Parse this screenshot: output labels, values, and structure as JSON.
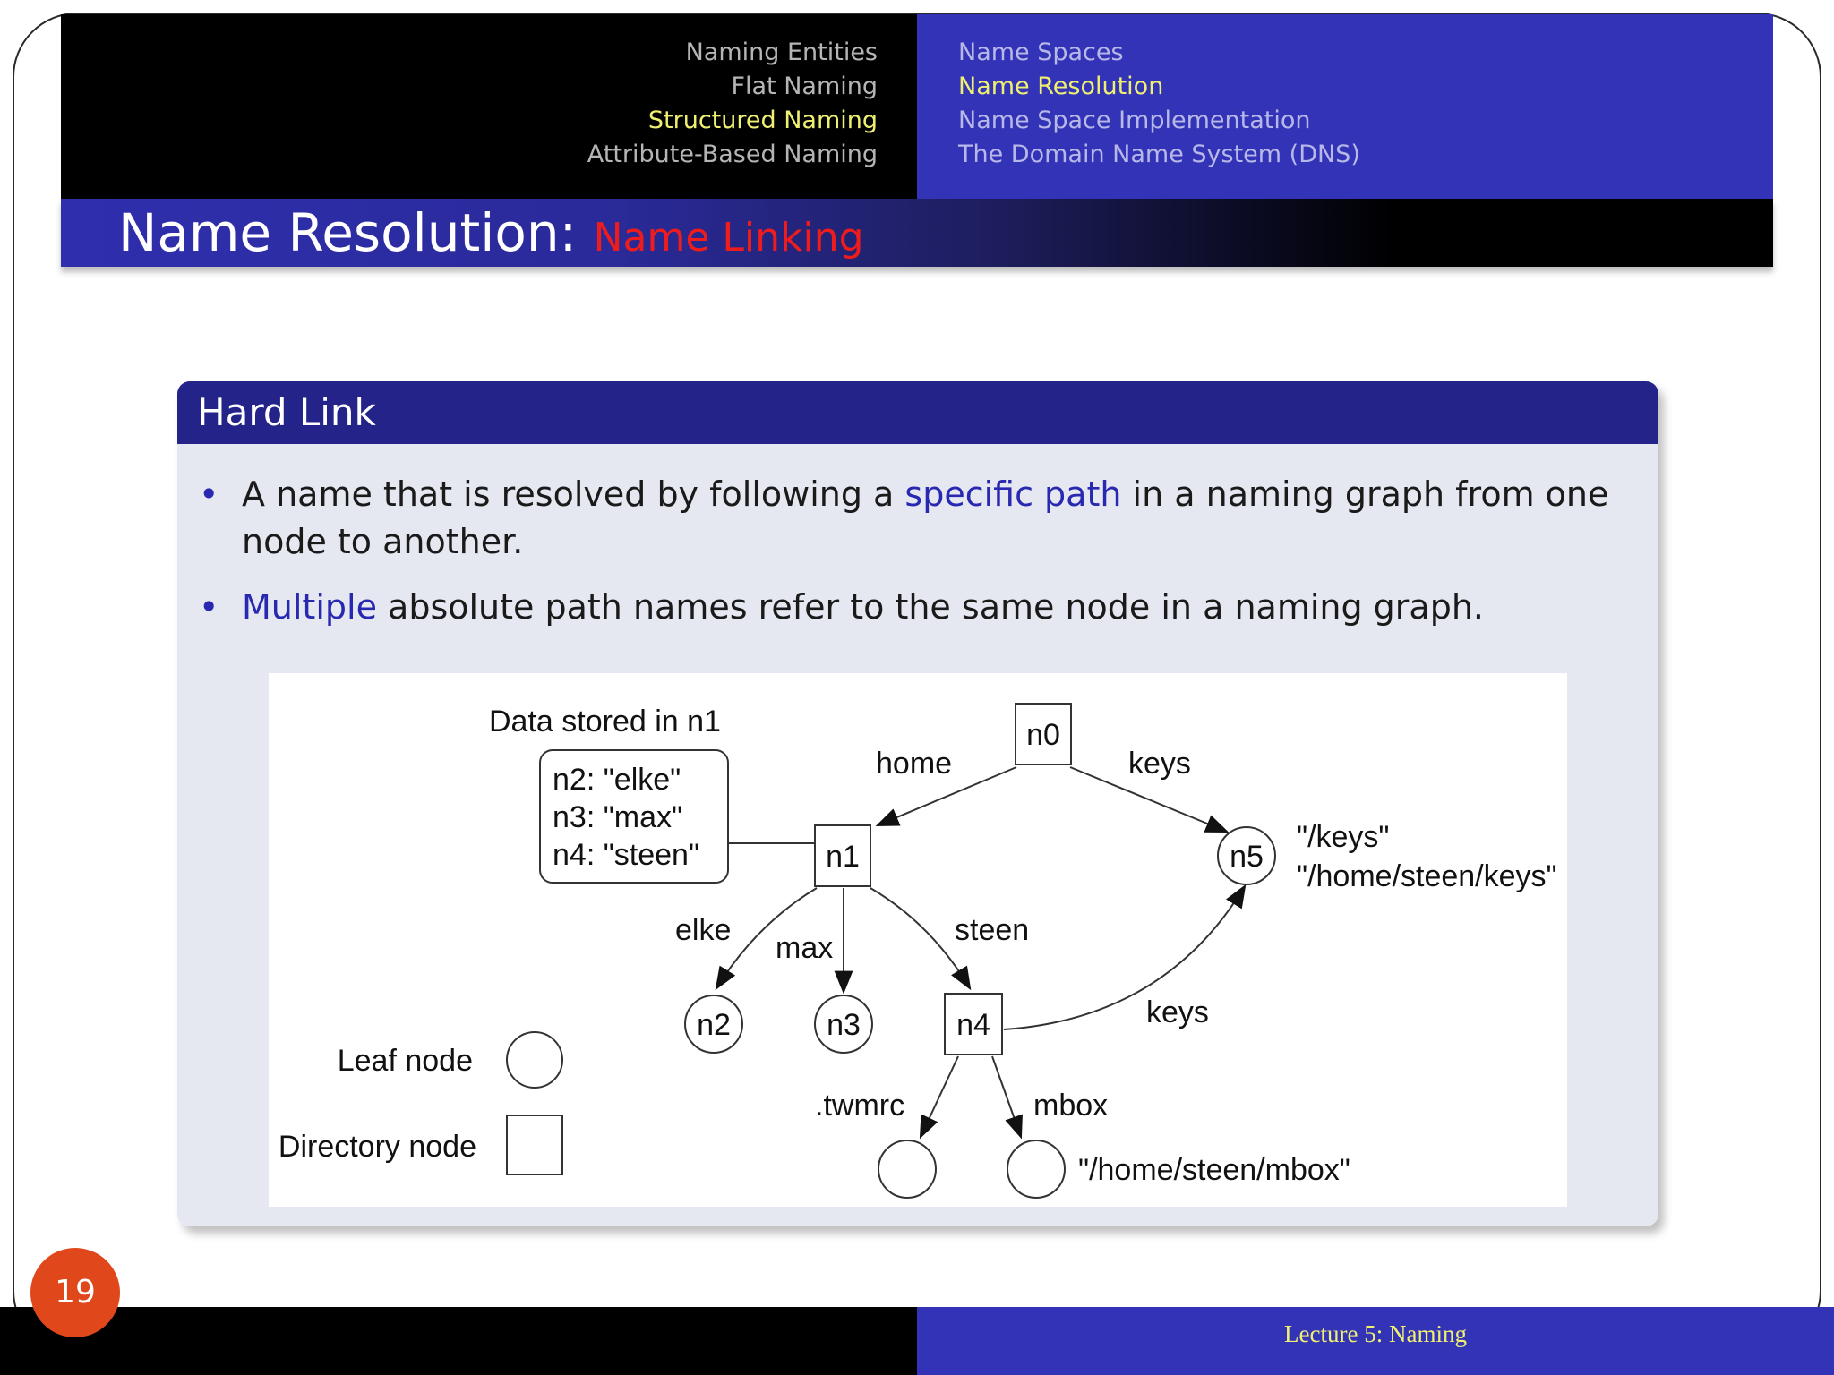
{
  "nav": {
    "left": [
      {
        "label": "Naming Entities",
        "active": false
      },
      {
        "label": "Flat Naming",
        "active": false
      },
      {
        "label": "Structured Naming",
        "active": true
      },
      {
        "label": "Attribute-Based Naming",
        "active": false
      }
    ],
    "right": [
      {
        "label": "Name Spaces",
        "active": false
      },
      {
        "label": "Name Resolution",
        "active": true
      },
      {
        "label": "Name Space Implementation",
        "active": false
      },
      {
        "label": "The Domain Name System (DNS)",
        "active": false
      }
    ]
  },
  "title": {
    "main": "Name Resolution:",
    "accent": "Name Linking"
  },
  "block": {
    "heading": "Hard Link",
    "bullet1": {
      "pre": "A name that is resolved by following a ",
      "highlight": "specific path",
      "post": " in a naming graph from one node to another."
    },
    "bullet2": {
      "highlight": "Multiple",
      "post": " absolute path names refer to the same node in a naming graph."
    }
  },
  "bullet_symbol": "•",
  "diagram": {
    "data_caption": "Data stored in n1",
    "data_lines": [
      "n2: \"elke\"",
      "n3: \"max\"",
      "n4: \"steen\""
    ],
    "nodes": {
      "n0": "n0",
      "n1": "n1",
      "n2": "n2",
      "n3": "n3",
      "n4": "n4",
      "n5": "n5"
    },
    "edges": {
      "home": "home",
      "keys_top": "keys",
      "elke": "elke",
      "max": "max",
      "steen": "steen",
      "keys_bottom": "keys",
      "twmrc": ".twmrc",
      "mbox": "mbox"
    },
    "paths": {
      "keys": "\"/keys\"",
      "home_keys": "\"/home/steen/keys\"",
      "mbox": "\"/home/steen/mbox\""
    },
    "legend": {
      "leaf": "Leaf node",
      "directory": "Directory node"
    }
  },
  "footer": {
    "text": "Lecture 5:  Naming"
  },
  "page_number": "19"
}
